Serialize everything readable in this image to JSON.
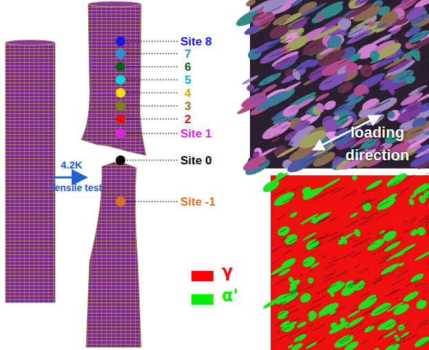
{
  "diagram": {
    "labels": [
      "Site 8",
      "7",
      "6",
      "5",
      "4",
      "3",
      "2",
      "Site 1",
      "Site 0",
      "Site -1",
      "4.2K",
      "Tensile test",
      "loading direction"
    ],
    "legend": [
      {
        "text": "γ",
        "color": "#ff0000"
      },
      {
        "text": "α'",
        "color": "#00ee00"
      }
    ]
  }
}
